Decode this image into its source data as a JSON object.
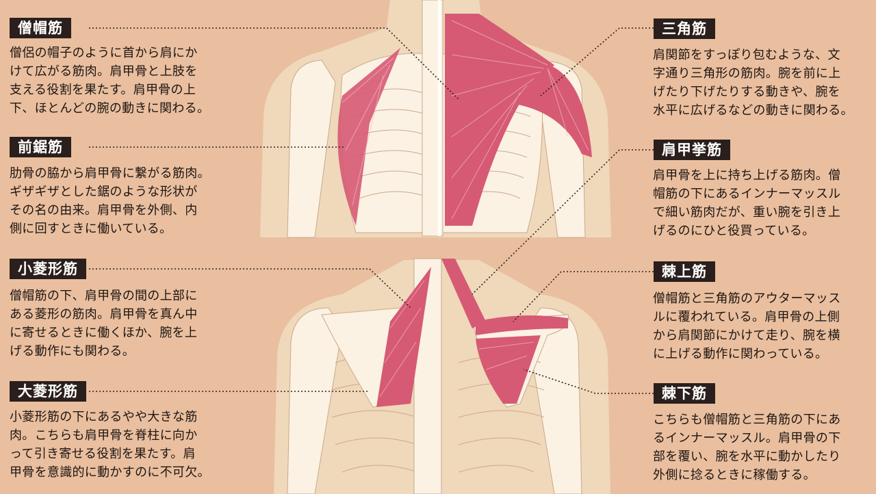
{
  "muscles": [
    {
      "name": "僧帽筋",
      "desc": [
        "僧侶の帽子のように首から肩にか",
        "けて広がる筋肉。肩甲骨と上肢を",
        "支える役割を果たす。肩甲骨の上",
        "下、ほとんどの腕の動きに関わる。"
      ]
    },
    {
      "name": "前鋸筋",
      "desc": [
        "肋骨の脇から肩甲骨に繋がる筋肉。",
        "ギザギザとした鋸のような形状が",
        "その名の由来。肩甲骨を外側、内",
        "側に回すときに働いている。"
      ]
    },
    {
      "name": "小菱形筋",
      "desc": [
        "僧帽筋の下、肩甲骨の間の上部に",
        "ある菱形の筋肉。肩甲骨を真ん中",
        "に寄せるときに働くほか、腕を上",
        "げる動作にも関わる。"
      ]
    },
    {
      "name": "大菱形筋",
      "desc": [
        "小菱形筋の下にあるやや大きな筋",
        "肉。こちらも肩甲骨を脊柱に向か",
        "って引き寄せる役割を果たす。肩",
        "甲骨を意識的に動かすのに不可欠。"
      ]
    },
    {
      "name": "三角筋",
      "desc": [
        "肩関節をすっぽり包むような、文",
        "字通り三角形の筋肉。腕を前に上",
        "げたり下げたりする動きや、腕を",
        "水平に広げるなどの動きに関わる。"
      ]
    },
    {
      "name": "肩甲挙筋",
      "desc": [
        "肩甲骨を上に持ち上げる筋肉。僧",
        "帽筋の下にあるインナーマッスル",
        "で細い筋肉だが、重い腕を引き上",
        "げるのにひと役買っている。"
      ]
    },
    {
      "name": "棘上筋",
      "desc": [
        "僧帽筋と三角筋のアウターマッス",
        "ルに覆われている。肩甲骨の上側",
        "から肩関節にかけて走り、腕を横",
        "に上げる動作に関わっている。"
      ]
    },
    {
      "name": "棘下筋",
      "desc": [
        "こちらも僧帽筋と三角筋の下にあ",
        "るインナーマッスル。肩甲骨の下",
        "部を覆い、腕を水平に動かしたり",
        "外側に捻るときに稼働する。"
      ]
    }
  ],
  "colors": {
    "background": "#e9bf9f",
    "muscle": "#d65a74",
    "bone": "#fbf2e4",
    "skin": "#f0d8bb",
    "label_bg": "#2a1f1c"
  }
}
